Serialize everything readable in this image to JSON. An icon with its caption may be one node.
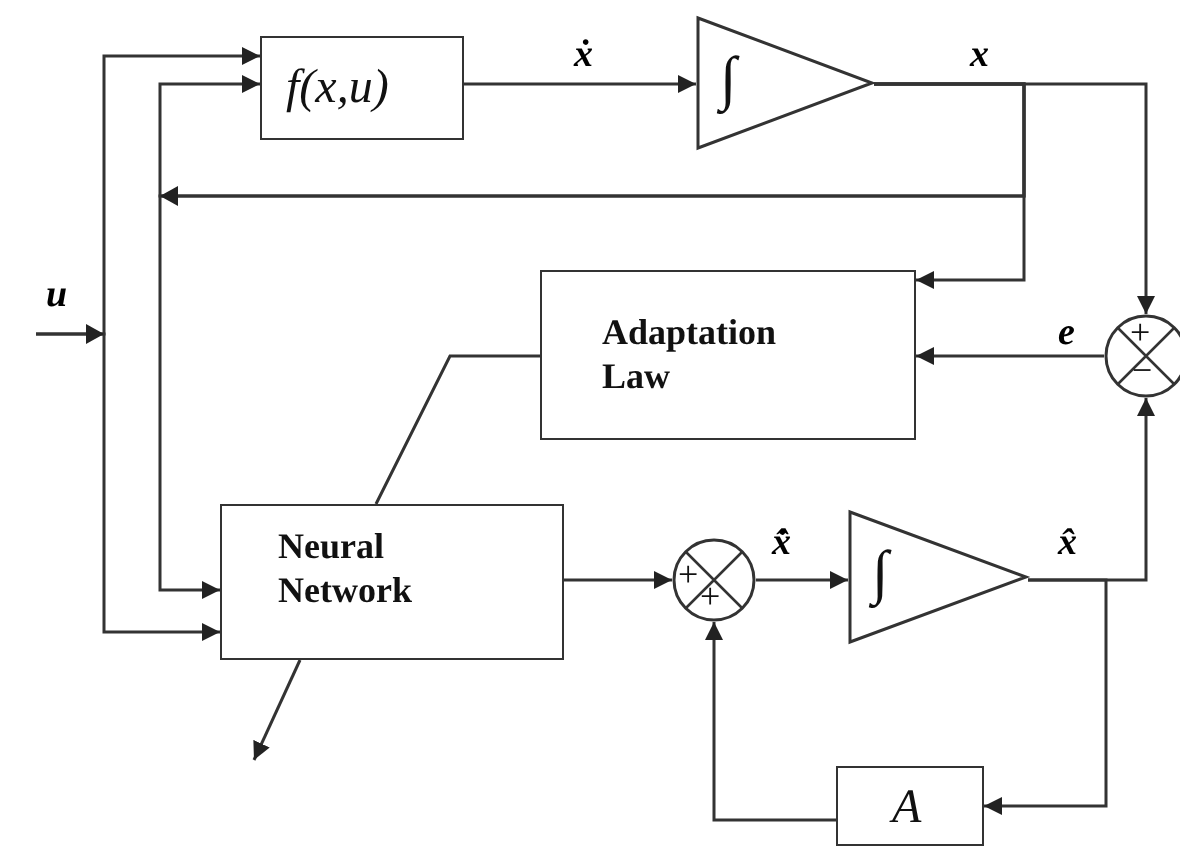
{
  "diagram": {
    "nodes": [
      {
        "text": [
          "f(x,u)"
        ]
      },
      {
        "text": [
          "∫"
        ]
      },
      {
        "text": [
          "+",
          "−"
        ]
      },
      {
        "text": [
          "Adaptation Law"
        ]
      },
      {
        "text": [
          "Neural Network"
        ]
      },
      {
        "text": [
          "+",
          "+"
        ]
      },
      {
        "text": [
          "∫"
        ]
      },
      {
        "text": [
          "A"
        ]
      }
    ],
    "edges": [
      {
        "from": null,
        "to": 0,
        "arrow": "to",
        "label": "u"
      },
      {
        "from": null,
        "to": 4,
        "arrow": "to"
      },
      {
        "from": 0,
        "to": 1,
        "arrow": "to",
        "label": "ẋ"
      },
      {
        "from": 1,
        "to": 2,
        "arrow": "to",
        "label": "x"
      },
      {
        "from": 1,
        "to": 0,
        "arrow": "to"
      },
      {
        "from": 1,
        "to": 4,
        "arrow": "to"
      },
      {
        "from": 1,
        "to": 3,
        "arrow": "to"
      },
      {
        "from": 2,
        "to": 3,
        "arrow": "to",
        "label": "e"
      },
      {
        "from": 3,
        "to": 4,
        "arrow": "none"
      },
      {
        "from": 4,
        "to": null,
        "arrow": "to"
      },
      {
        "from": 4,
        "to": 5,
        "arrow": "to"
      },
      {
        "from": 5,
        "to": 6,
        "arrow": "to",
        "label": "x̂̇"
      },
      {
        "from": 6,
        "to": 2,
        "arrow": "to",
        "label": "x̂"
      },
      {
        "from": 6,
        "to": 7,
        "arrow": "to"
      },
      {
        "from": 7,
        "to": 5,
        "arrow": "to"
      }
    ]
  }
}
